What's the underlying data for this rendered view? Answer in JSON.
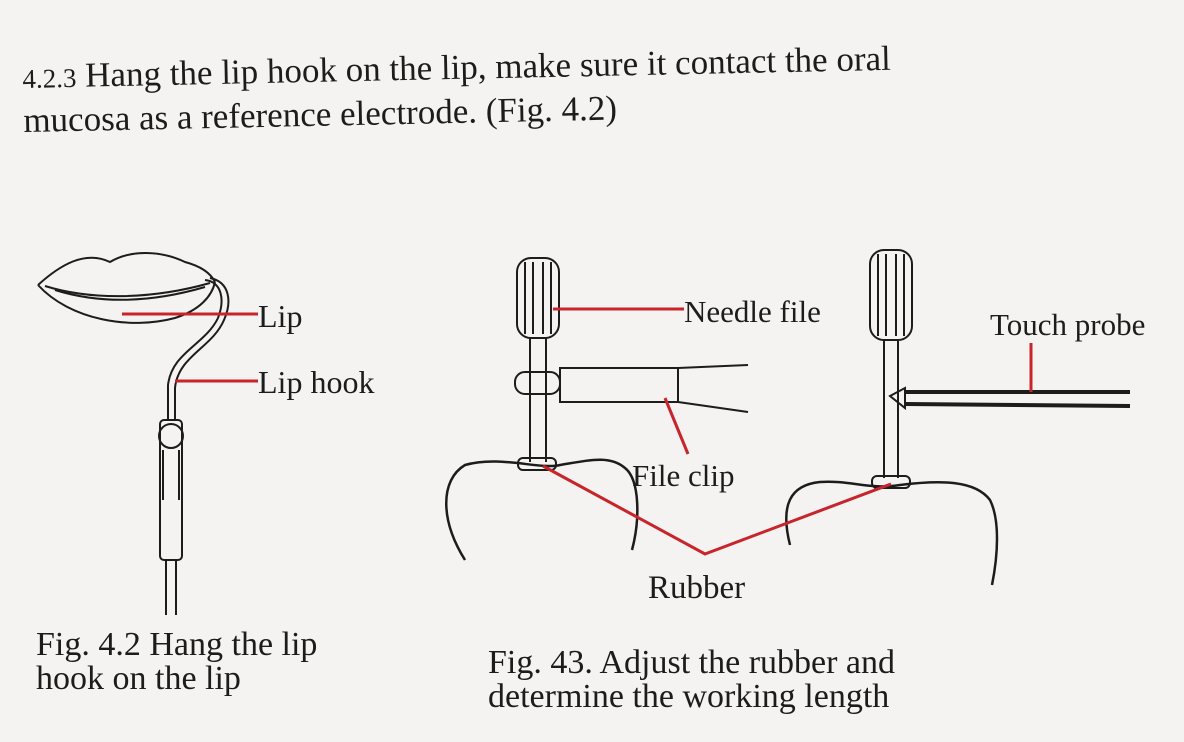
{
  "intro": {
    "number": "4.2.3",
    "line1": "Hang the lip hook on the lip, make sure it contact the oral",
    "line2": "mucosa as a reference electrode. (Fig. 4.2)"
  },
  "figure_left": {
    "labels": {
      "lip": "Lip",
      "lip_hook": "Lip hook"
    },
    "caption_line1": "Fig. 4.2 Hang the lip",
    "caption_line2": "hook on the lip"
  },
  "figure_right": {
    "labels": {
      "needle_file": "Needle file",
      "touch_probe": "Touch probe",
      "file_clip": "File clip",
      "rubber": "Rubber"
    },
    "caption_line1": "Fig. 43. Adjust the rubber and",
    "caption_line2": "determine the working length"
  },
  "colors": {
    "leader_line": "#c8242b",
    "ink": "#1c1c1c",
    "paper": "#f4f3f1"
  }
}
